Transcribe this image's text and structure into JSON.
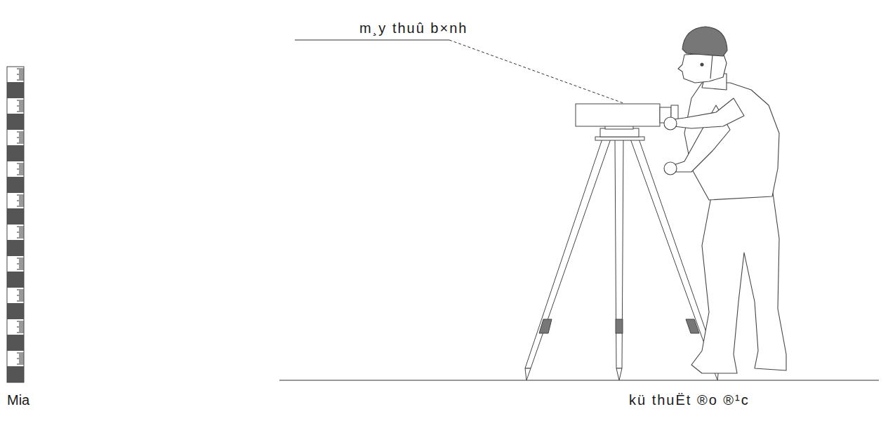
{
  "diagram": {
    "labels": [
      "m¸y thuû b×nh",
      "Mia",
      "kü thuËt ®o ®¹c"
    ]
  }
}
